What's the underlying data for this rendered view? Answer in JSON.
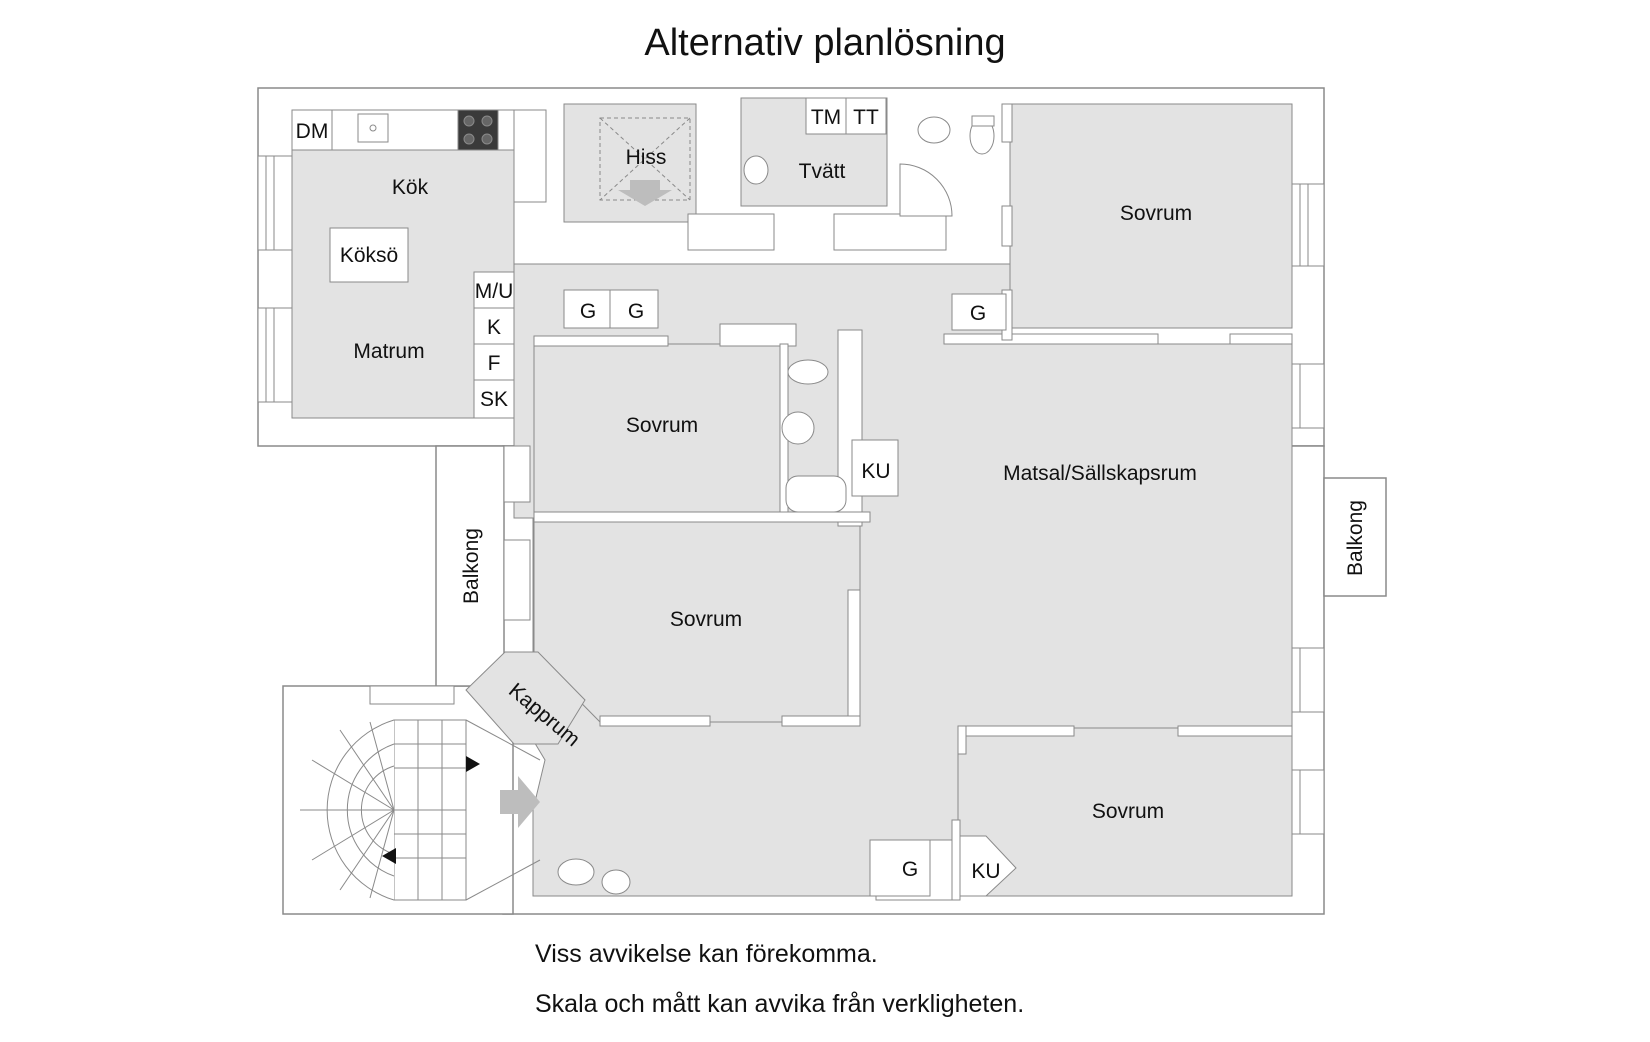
{
  "title": "Alternativ planlösning",
  "rooms": {
    "dm": "DM",
    "kok": "Kök",
    "kokso": "Köksö",
    "matrum": "Matrum",
    "mu": "M/U",
    "k": "K",
    "f": "F",
    "sk": "SK",
    "hiss": "Hiss",
    "tm": "TM",
    "tt": "TT",
    "tvatt": "Tvätt",
    "sovrum_top_right": "Sovrum",
    "g1": "G",
    "g2": "G",
    "g3": "G",
    "sovrum_mid": "Sovrum",
    "ku1": "KU",
    "matsal": "Matsal/Sällskapsrum",
    "balkong_left": "Balkong",
    "balkong_right": "Balkong",
    "sovrum_lower": "Sovrum",
    "kapprum": "Kapprum",
    "sovrum_bottom_right": "Sovrum",
    "g4": "G",
    "ku2": "KU"
  },
  "notes": {
    "line1": "Viss avvikelse kan förekomma.",
    "line2": "Skala och mått kan avvika från verkligheten."
  },
  "colors": {
    "floor": "#e3e3e3",
    "wall": "#ffffff",
    "outline": "#8a8a8a",
    "stairs_arrow": "#bdbdbd",
    "stove": "#3a3a3a"
  }
}
